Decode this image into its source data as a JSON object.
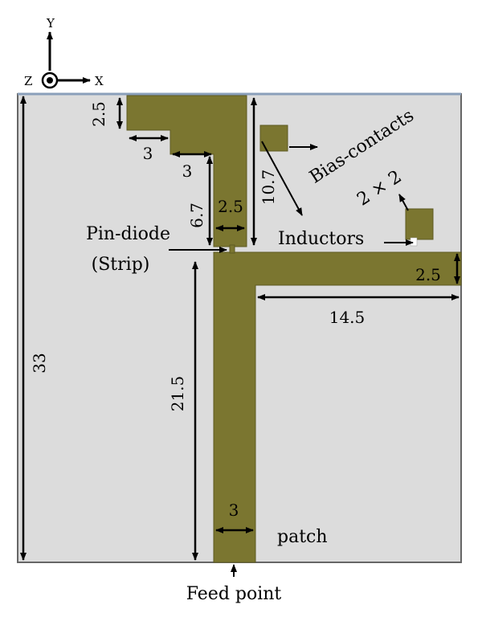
{
  "axes": {
    "y": "Y",
    "x": "X",
    "z": "Z"
  },
  "dimensions": {
    "d_top": "2.5",
    "d_step1": "3",
    "d_step2": "3",
    "d_67": "6.7",
    "d_25_stub": "2.5",
    "d_107": "10.7",
    "d_25_arm": "2.5",
    "d_145": "14.5",
    "d_215": "21.5",
    "d_33": "33",
    "d_3_feed": "3"
  },
  "labels": {
    "bias_contacts": "Bias-contacts",
    "size_2x2": "2 × 2",
    "inductors": "Inductors",
    "pin_diode": "Pin-diode",
    "strip": "(Strip)",
    "patch": "patch",
    "feed_point": "Feed point"
  },
  "colors": {
    "substrate": "#dcdcdc",
    "patch": "#7b7630",
    "border": "#666666"
  }
}
